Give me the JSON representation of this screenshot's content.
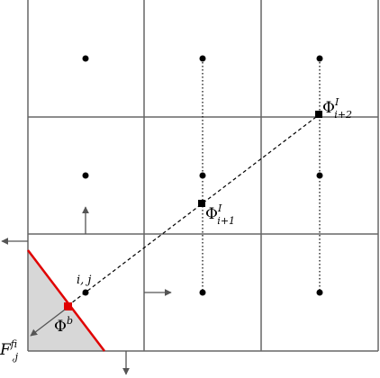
{
  "labels": {
    "cell": "i, j",
    "phi_b": {
      "base": "Φ",
      "sup": "b"
    },
    "phi_i1": {
      "base": "Φ",
      "sup": "I",
      "sub": "i+1"
    },
    "phi_i2": {
      "base": "Φ",
      "sup": "I",
      "sub": "i+2"
    },
    "face": {
      "base": "F",
      "sup": "f",
      "sub": "i,j"
    }
  },
  "colors": {
    "grid": "#666666",
    "interface": "#e00000",
    "solid_fill": "#d7d7d7",
    "arrow": "#555555",
    "point": "#000000"
  },
  "icons": {
    "cell_center": "dot",
    "interpolation_point": "square",
    "boundary_point": "red-square"
  }
}
